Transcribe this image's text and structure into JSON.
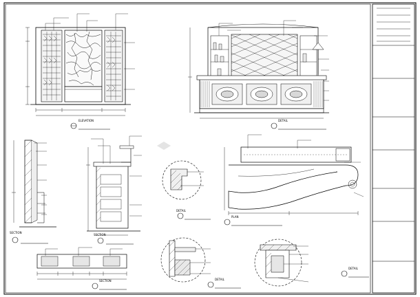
{
  "sheet_border": {
    "label": ""
  },
  "views": {
    "elev1": {
      "callouts": [
        "",
        "",
        "",
        "",
        ""
      ],
      "side_callouts": [
        "",
        "",
        "",
        ""
      ],
      "dims": [
        "",
        "",
        "",
        "",
        ""
      ],
      "title_prefix": "",
      "title_scale": "",
      "tag": "ELEVATION"
    },
    "elev2": {
      "callouts": [
        "",
        "",
        "",
        "",
        "",
        ""
      ],
      "side_callouts": [
        "",
        "",
        "",
        "",
        ""
      ],
      "title_prefix": "",
      "title_scale": "",
      "tag": "DETAIL"
    },
    "section1": {
      "callouts": [
        "",
        "",
        "",
        "",
        "",
        "",
        ""
      ],
      "title_prefix": "",
      "title_scale": "",
      "tag": "SECTION"
    },
    "section2": {
      "callouts": [
        "",
        "",
        "",
        "",
        "",
        "",
        ""
      ],
      "title_prefix": "",
      "title_scale": "",
      "tag": "SECTION"
    },
    "detail_a": {
      "callouts": [
        "",
        ""
      ],
      "title_prefix": "",
      "title_scale": "",
      "tag": "DETAIL"
    },
    "plan": {
      "callouts": [
        "",
        "",
        "",
        ""
      ],
      "title_prefix": "",
      "title_scale": "",
      "tag": "PLAN"
    },
    "plan_small": {
      "callouts": [
        "",
        "",
        ""
      ],
      "title_prefix": "",
      "title_scale": "",
      "tag": "SECTION"
    },
    "detail_b": {
      "callouts": [
        "",
        "",
        ""
      ],
      "title_prefix": "",
      "title_scale": "",
      "tag": "DETAIL"
    },
    "detail_c": {
      "callouts": [
        "",
        "",
        "",
        ""
      ],
      "title_prefix": "",
      "title_scale": "",
      "tag": "DETAIL"
    }
  },
  "watermark": {
    "main": "",
    "sub": ""
  },
  "title_block": {
    "rows": [
      "",
      "",
      "",
      "",
      "",
      ""
    ]
  }
}
